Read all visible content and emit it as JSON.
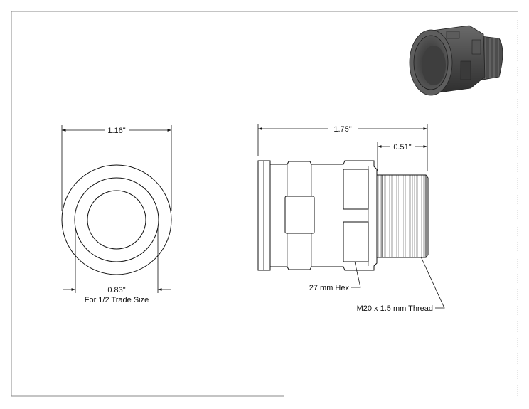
{
  "front_view": {
    "width_label": "1.16\"",
    "bore_label": "0.83\"",
    "trade_size_label": "For 1/2 Trade Size"
  },
  "side_view": {
    "length_label": "1.75\"",
    "thread_length_label": "0.51\"",
    "hex_label": "27 mm Hex",
    "thread_label": "M20 x 1.5 mm Thread"
  },
  "product_image": {
    "icon": "conduit-fitting-3d-render"
  }
}
